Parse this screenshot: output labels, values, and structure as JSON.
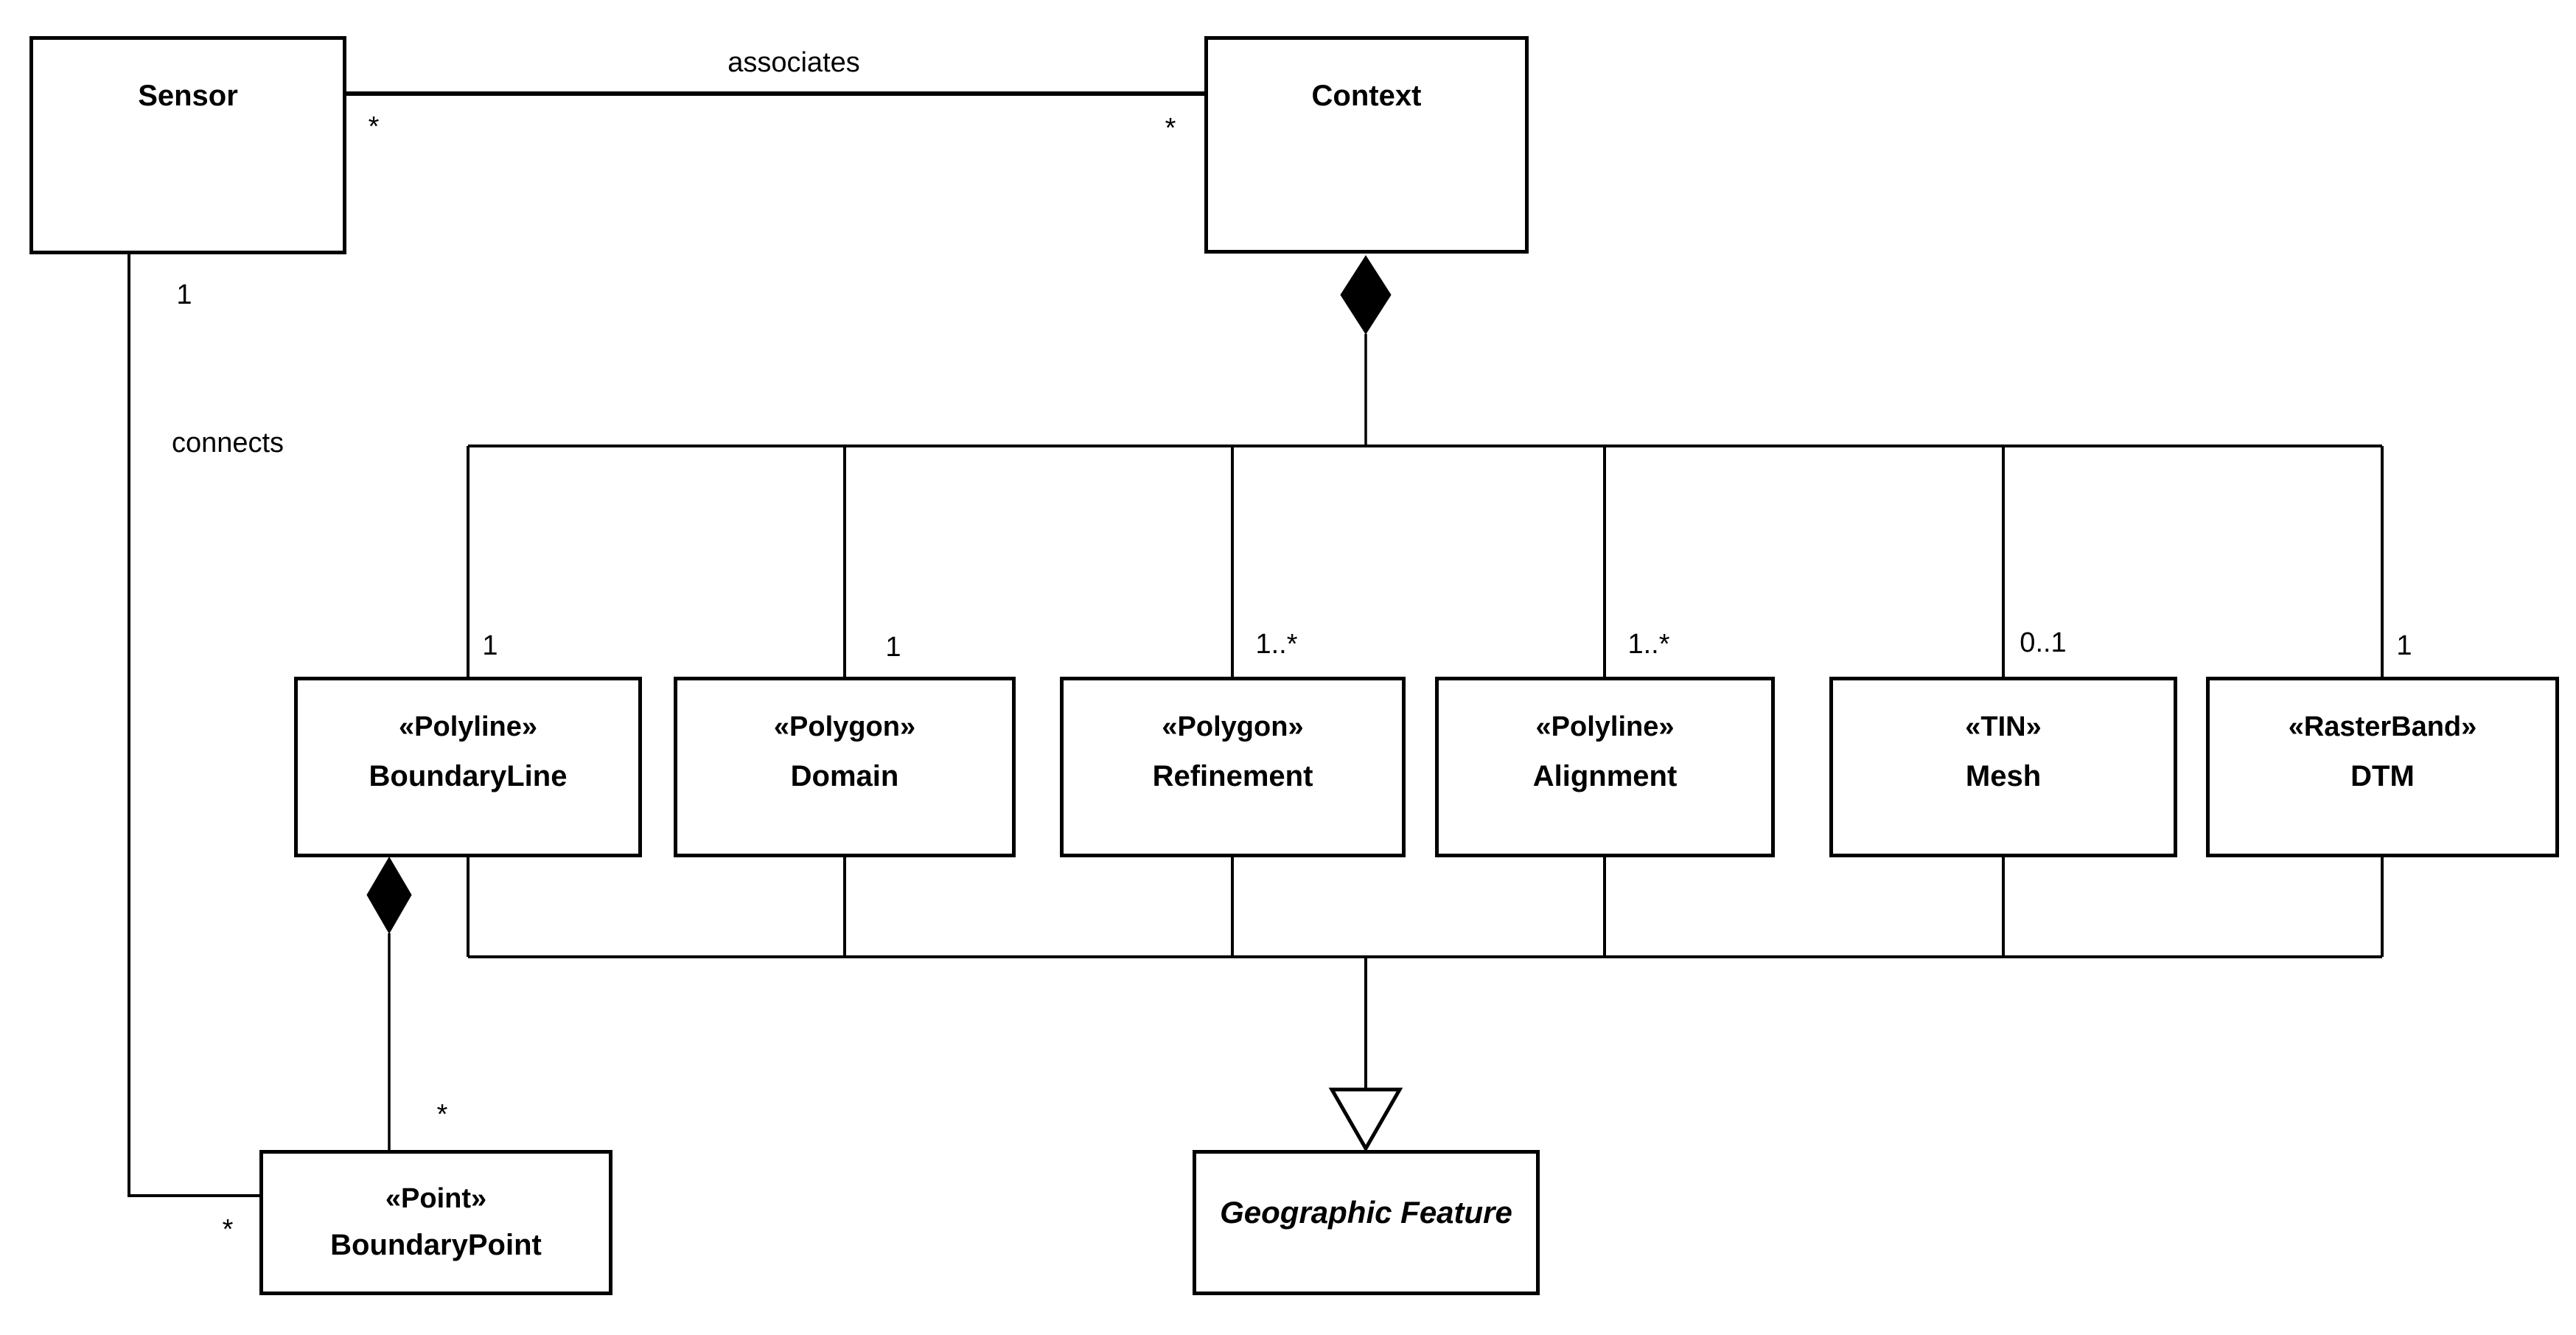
{
  "classes": {
    "sensor": {
      "name": "Sensor"
    },
    "context": {
      "name": "Context"
    },
    "boundary_line": {
      "stereotype": "«Polyline»",
      "name": "BoundaryLine"
    },
    "domain": {
      "stereotype": "«Polygon»",
      "name": "Domain"
    },
    "refinement": {
      "stereotype": "«Polygon»",
      "name": "Refinement"
    },
    "alignment": {
      "stereotype": "«Polyline»",
      "name": "Alignment"
    },
    "mesh": {
      "stereotype": "«TIN»",
      "name": "Mesh"
    },
    "dtm": {
      "stereotype": "«RasterBand»",
      "name": "DTM"
    },
    "boundary_point": {
      "stereotype": "«Point»",
      "name": "BoundaryPoint"
    },
    "geographic_feature": {
      "name": "Geographic Feature"
    }
  },
  "associations": {
    "associates": {
      "label": "associates",
      "sensor_mult": "*",
      "context_mult": "*"
    },
    "connects": {
      "label": "connects",
      "sensor_mult": "1",
      "boundary_point_mult": "*"
    },
    "context_composition": {
      "boundary_line_mult": "1",
      "domain_mult": "1",
      "refinement_mult": "1..*",
      "alignment_mult": "1..*",
      "mesh_mult": "0..1",
      "dtm_mult": "1"
    },
    "boundary_line_composition": {
      "boundary_point_mult": "*"
    }
  },
  "colors": {
    "line": "#000000",
    "background": "#ffffff",
    "box_fill": "#ffffff",
    "text": "#000000"
  }
}
